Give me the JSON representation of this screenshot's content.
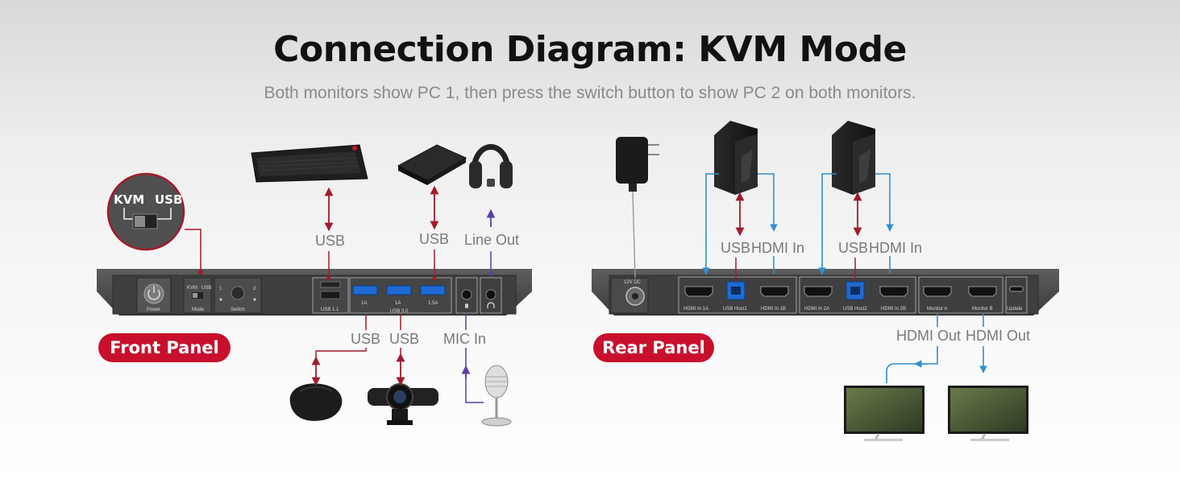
{
  "title": "Connection Diagram: KVM Mode",
  "subtitle": "Both monitors show PC 1, then press the switch button to show PC 2 on both monitors.",
  "colors": {
    "accent": "#c8102e",
    "usb_line": "#a01c2c",
    "hdmi_line": "#2f8fd0",
    "audio_line": "#5b3fa0",
    "device_body": "#4a4a4a"
  },
  "front_panel": {
    "badge": "Front Panel",
    "zoom_callout": {
      "left": "KVM",
      "right": "USB"
    },
    "buttons": {
      "power": "Power",
      "mode": "Mode",
      "mode_kvm": "KVM",
      "mode_usb": "USB",
      "switch": "Switch",
      "switch_1": "1",
      "switch_2": "2"
    },
    "ports": {
      "usb11": "USB 1.1",
      "usb30": "USB 3.0",
      "p1": "1A",
      "p2": "1A",
      "p3": "1.5A"
    },
    "connections": {
      "keyboard": "USB",
      "drive": "USB",
      "headphones": "Line Out",
      "mouse": "USB",
      "webcam": "USB",
      "mic": "MIC In"
    }
  },
  "rear_panel": {
    "badge": "Rear Panel",
    "power": "12V DC",
    "ports": {
      "hdmi_in_1a": "HDMI In 1A",
      "usb_host1": "USB Host1",
      "hdmi_in_1b": "HDMI In 1B",
      "hdmi_in_2a": "HDMI In 2A",
      "usb_host2": "USB Host2",
      "hdmi_in_2b": "HDMI In 2B",
      "monitor_a": "Monitor A",
      "monitor_b": "Monitor B",
      "update": "Update"
    },
    "connections": {
      "pc1_usb": "USB",
      "pc1_hdmi": "HDMI In",
      "pc2_usb": "USB",
      "pc2_hdmi": "HDMI In",
      "monitor_a": "HDMI Out",
      "monitor_b": "HDMI Out"
    }
  }
}
